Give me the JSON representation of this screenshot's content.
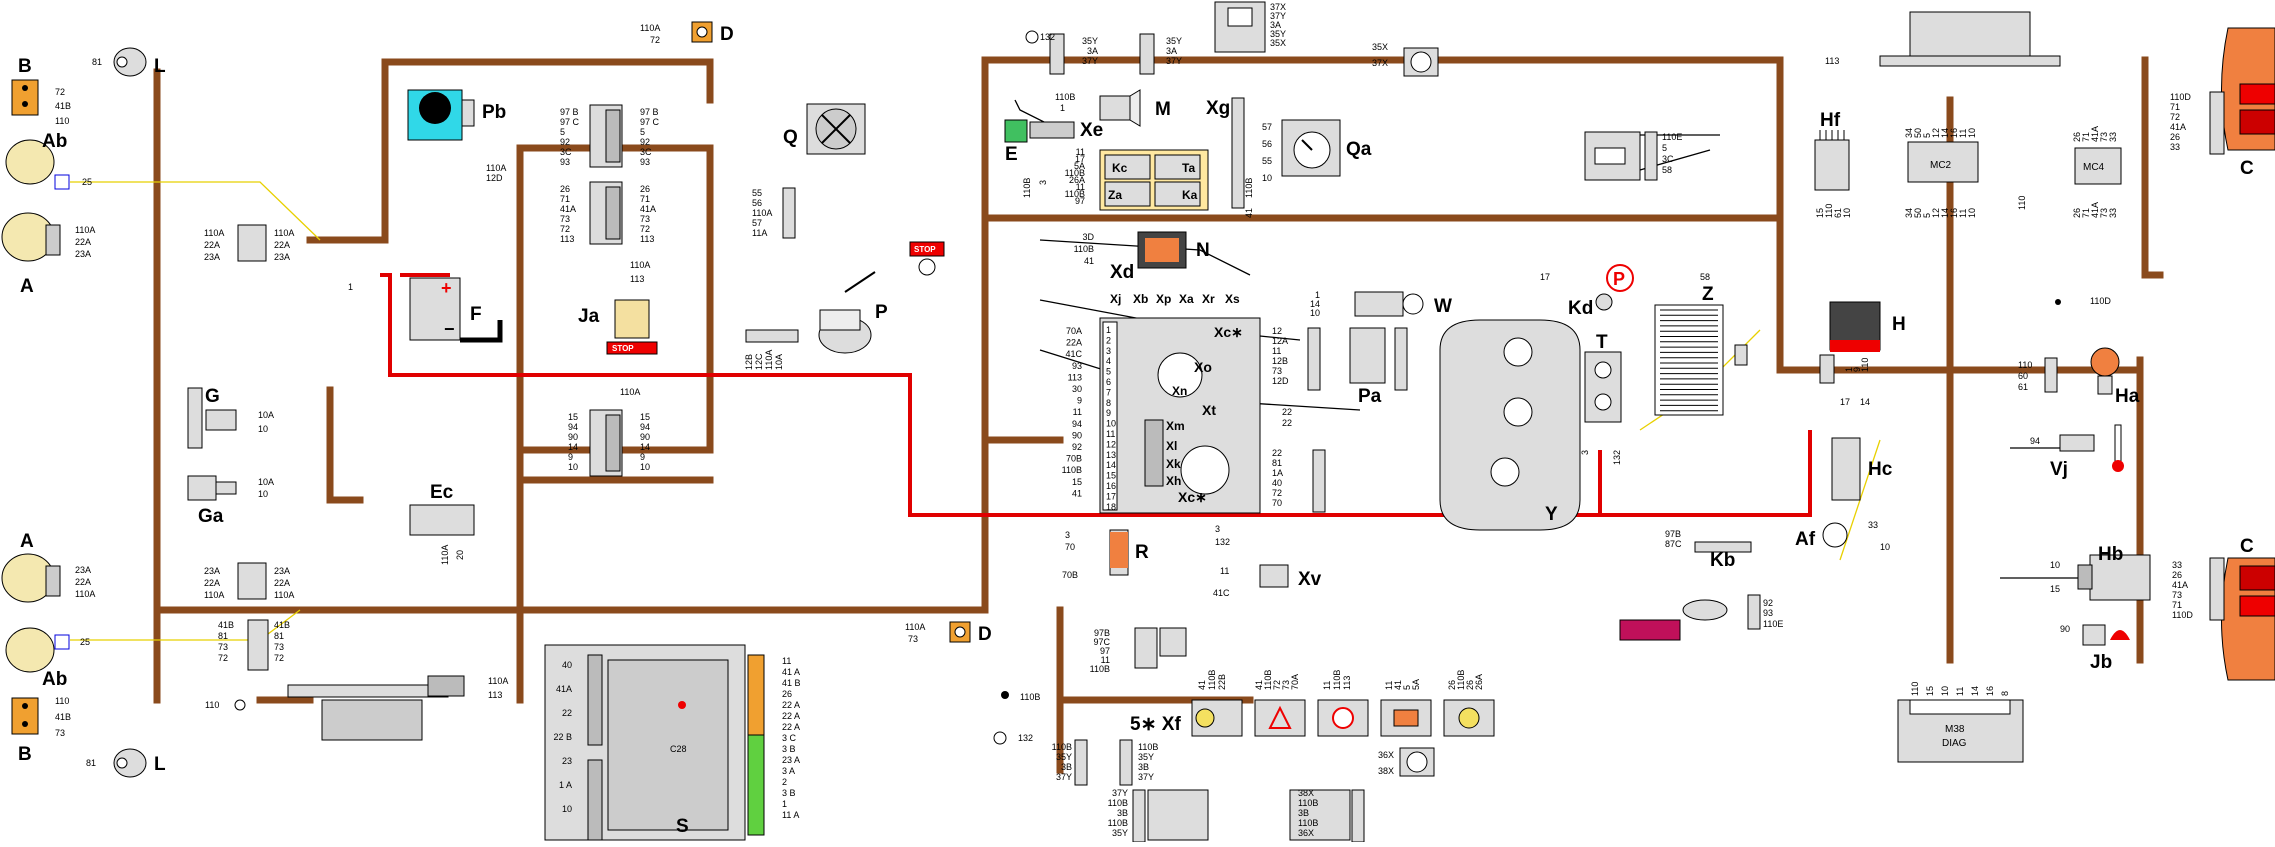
{
  "components": {
    "B_top": "B",
    "L_top": "L",
    "Ab_top": "Ab",
    "A_top": "A",
    "A_bot": "A",
    "Ab_bot": "Ab",
    "B_bot": "B",
    "L_bot": "L",
    "D_top": "D",
    "D_bot": "D",
    "Pb": "Pb",
    "Q": "Q",
    "Ja": "Ja",
    "F": "F",
    "P": "P",
    "G": "G",
    "Ga": "Ga",
    "Ec": "Ec",
    "S": "S",
    "M": "M",
    "Xe": "Xe",
    "E": "E",
    "Xg": "Xg",
    "Qa": "Qa",
    "N": "N",
    "Xd": "Xd",
    "W": "W",
    "Kd": "Kd",
    "Z": "Z",
    "T": "T",
    "Pa": "Pa",
    "Y": "Y",
    "R": "R",
    "Xv": "Xv",
    "Xf": "5∗ Xf",
    "Kb": "Kb",
    "Hf": "Hf",
    "H": "H",
    "Ha": "Ha",
    "Hc": "Hc",
    "Vj": "Vj",
    "Af": "Af",
    "Hb": "Hb",
    "Jb": "Jb",
    "C_top": "C",
    "C_bot": "C",
    "Xj": "Xj",
    "Xb": "Xb",
    "Xp": "Xp",
    "Xa": "Xa",
    "Xr": "Xr",
    "Xs": "Xs",
    "Xc_top": "Xc∗",
    "Xc_bot": "Xc∗",
    "Xo": "Xo",
    "Xn": "Xn",
    "Xt": "Xt",
    "Xm": "Xm",
    "Xl": "Xl",
    "Xk": "Xk",
    "Xh": "Xh",
    "Kc": "Kc",
    "Ta": "Ta",
    "Za": "Za",
    "Ka": "Ka",
    "MC2": "MC2",
    "MC4": "MC4",
    "C28": "C28",
    "M38": "M38",
    "DIAG": "DIAG",
    "stop1": "STOP",
    "stop2": "STOP",
    "P_badge": "P"
  },
  "wires": {
    "w_B_top": [
      "72",
      "41B",
      "110"
    ],
    "w_L_top": "81",
    "w_Ab_top": "25",
    "w_A_top": [
      "110A",
      "22A",
      "23A"
    ],
    "w_junc_top": [
      "110A",
      "22A",
      "23A"
    ],
    "w_junc_top_r": [
      "110A",
      "22A",
      "23A"
    ],
    "w_D_top": [
      "110A",
      "72"
    ],
    "w_Pb": [
      "110A",
      "12D"
    ],
    "w_conn1_l": [
      "97 B",
      "97 C",
      "5",
      "92",
      "3C",
      "93"
    ],
    "w_conn1_r": [
      "97 B",
      "97 C",
      "5",
      "92",
      "3C",
      "93"
    ],
    "w_conn2_l": [
      "26",
      "71",
      "41A",
      "73",
      "72",
      "113"
    ],
    "w_conn2_r": [
      "26",
      "71",
      "41A",
      "73",
      "72",
      "113"
    ],
    "w_Q": [
      "55",
      "56",
      "110A",
      "57",
      "11A"
    ],
    "w_Ja": [
      "110A",
      "113"
    ],
    "w_F": "1",
    "w_conn3_l": [
      "15",
      "94",
      "90",
      "14",
      "9",
      "10"
    ],
    "w_conn3_r": [
      "15",
      "94",
      "90",
      "14",
      "9",
      "10"
    ],
    "w_conn3_top": "110A",
    "w_P": [
      "12B",
      "12C",
      "110A",
      "10A"
    ],
    "w_G": [
      "10A",
      "10"
    ],
    "w_Ga": [
      "10A",
      "10"
    ],
    "w_Ec": [
      "110A",
      "20"
    ],
    "w_A_bot": [
      "23A",
      "22A",
      "110A"
    ],
    "w_junc_bot": [
      "23A",
      "22A",
      "110A"
    ],
    "w_junc_bot_r": [
      "23A",
      "22A",
      "110A"
    ],
    "w_Ab_bot": "25",
    "w_junc2_l": [
      "41B",
      "81",
      "73",
      "72"
    ],
    "w_junc2_r": [
      "41B",
      "81",
      "73",
      "72"
    ],
    "w_B_bot": [
      "110",
      "41B",
      "73"
    ],
    "w_L_bot": "81",
    "w_110": "110",
    "w_S_feed": [
      "110A",
      "113"
    ],
    "w_S_l": [
      "40",
      "41A",
      "22",
      "22 B",
      "23",
      "1 A",
      "10"
    ],
    "w_S_r": [
      "11",
      "41 A",
      "41 B",
      "26",
      "22 A",
      "22 A",
      "22 A",
      "3 C",
      "3 B",
      "23 A",
      "3 A",
      "2",
      "3 B",
      "1",
      "11 A"
    ],
    "w_D_bot": [
      "110A",
      "73"
    ],
    "w_top_relay_l": [
      "35Y",
      "3A",
      "37Y"
    ],
    "w_top_relay_r": [
      "35Y",
      "3A",
      "37Y"
    ],
    "w_top_132": "132",
    "w_relay_top": [
      "37X",
      "37Y",
      "3A",
      "35Y",
      "35X"
    ],
    "w_relay_top2": [
      "35X",
      "37X"
    ],
    "w_113": "113",
    "w_M": [
      "110B",
      "1"
    ],
    "w_E": [
      "110B",
      "3"
    ],
    "w_K": [
      "11",
      "17",
      "5A",
      "110B",
      "26A",
      "11",
      "110B",
      "97"
    ],
    "w_Xg": [
      "110B",
      "41"
    ],
    "w_Qa": [
      "57",
      "56",
      "55",
      "10"
    ],
    "w_N": [
      "3D",
      "110B",
      "41"
    ],
    "w_sw": [
      "110E",
      "5",
      "3C",
      "58"
    ],
    "w_17": "17",
    "w_58": "58",
    "w_W": [
      "1",
      "14",
      "10"
    ],
    "w_Xc_l": [
      "70A",
      "22A",
      "41C",
      "93",
      "113",
      "30",
      "9",
      "11",
      "94",
      "90",
      "92",
      "70B",
      "110B",
      "15",
      "41"
    ],
    "w_Xc_nums": [
      "1",
      "2",
      "3",
      "4",
      "5",
      "6",
      "7",
      "8",
      "9",
      "10",
      "11",
      "12",
      "13",
      "14",
      "15",
      "16",
      "17",
      "18"
    ],
    "w_Pa_l": [
      "12",
      "12A",
      "11",
      "12B",
      "73",
      "12D"
    ],
    "w_Y_l": [
      "22",
      "81",
      "1A",
      "40",
      "72",
      "70"
    ],
    "w_22": [
      "22",
      "22"
    ],
    "w_T": [
      "3",
      "132"
    ],
    "w_R": [
      "3",
      "70",
      "70B"
    ],
    "w_R_r": [
      "3",
      "132"
    ],
    "w_Xv": [
      "11",
      "41C"
    ],
    "w_Xf_top": [
      "97B",
      "97C",
      "97",
      "11",
      "110B"
    ],
    "w_Xf1": [
      "41",
      "110B",
      "22B"
    ],
    "w_Xf2": [
      "41",
      "110B",
      "72",
      "73",
      "70A"
    ],
    "w_Xf3": [
      "11",
      "110B",
      "113"
    ],
    "w_Xf4": [
      "11",
      "41",
      "5",
      "5A"
    ],
    "w_Xf5": [
      "26",
      "110B",
      "26",
      "26A"
    ],
    "w_110B": "110B",
    "w_132b": "132",
    "w_bot_relay_l": [
      "110B",
      "35Y",
      "3B",
      "37Y"
    ],
    "w_bot_relay_r": [
      "110B",
      "35Y",
      "3B",
      "37Y"
    ],
    "w_bot_relay2": [
      "36X",
      "38X"
    ],
    "w_bot_relay3_l": [
      "37Y",
      "110B",
      "3B",
      "110B",
      "35Y"
    ],
    "w_bot_relay3_r": [
      "38X",
      "110B",
      "3B",
      "110B",
      "36X"
    ],
    "w_Kb": [
      "97B",
      "87C"
    ],
    "w_Kb2": [
      "92",
      "93",
      "110E"
    ],
    "w_Hf": [
      "15",
      "110",
      "61",
      "10"
    ],
    "w_MC2": [
      "34",
      "50",
      "5",
      "12",
      "14",
      "16",
      "11",
      "10"
    ],
    "w_MC4": [
      "26",
      "71",
      "41A",
      "73",
      "33"
    ],
    "w_C_top": [
      "110D",
      "71",
      "72",
      "41A",
      "26",
      "33"
    ],
    "w_C_bot": [
      "33",
      "26",
      "41A",
      "73",
      "71",
      "110D"
    ],
    "w_H": [
      "1",
      "9",
      "110"
    ],
    "w_Ha": [
      "110",
      "60",
      "61"
    ],
    "w_Hc": [
      "17",
      "14"
    ],
    "w_Vj": "94",
    "w_Af": [
      "33",
      "10"
    ],
    "w_Hb": [
      "10",
      "15"
    ],
    "w_Jb": "90",
    "w_110D": "110D",
    "w_110r": "110",
    "w_M38": [
      "110",
      "15",
      "10",
      "11",
      "14",
      "16",
      "8"
    ]
  }
}
